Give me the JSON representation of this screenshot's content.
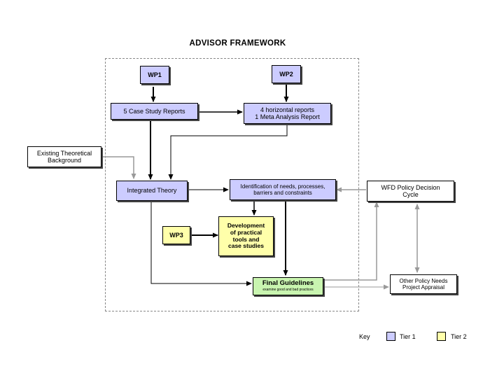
{
  "title": "ADVISOR FRAMEWORK",
  "nodes": {
    "wp1": "WP1",
    "wp2": "WP2",
    "wp3": "WP3",
    "case_studies": "5 Case Study Reports",
    "horizontal": [
      "4 horizontal reports",
      "1 Meta Analysis Report"
    ],
    "existing_theory": [
      "Existing Theoretical",
      "Background"
    ],
    "integrated_theory": "Integrated Theory",
    "identification": [
      "Identification of needs, processes,",
      "barriers and constraints"
    ],
    "wfd": [
      "WFD Policy Decision",
      "Cycle"
    ],
    "development": [
      "Development",
      "of practical",
      "tools and",
      "case studies"
    ],
    "final_guidelines": "Final Guidelines",
    "final_sub": "examine good and bad practices",
    "other_policy": [
      "Other Policy Needs",
      "Project Appraisal"
    ]
  },
  "key": {
    "label": "Key",
    "tier1": "Tier 1",
    "tier2": "Tier 2"
  },
  "colors": {
    "tier1": "#ccccff",
    "tier2": "#ffffaa",
    "final": "#c9f5b0",
    "connector_primary": "#000000",
    "connector_secondary": "#999999"
  }
}
